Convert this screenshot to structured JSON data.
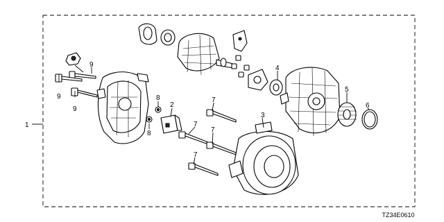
{
  "diagram": {
    "code": "TZ34E0610",
    "callouts": [
      "1",
      "2",
      "3",
      "4",
      "5",
      "6",
      "7",
      "7",
      "7",
      "7",
      "8",
      "8",
      "9",
      "9",
      "9"
    ]
  }
}
